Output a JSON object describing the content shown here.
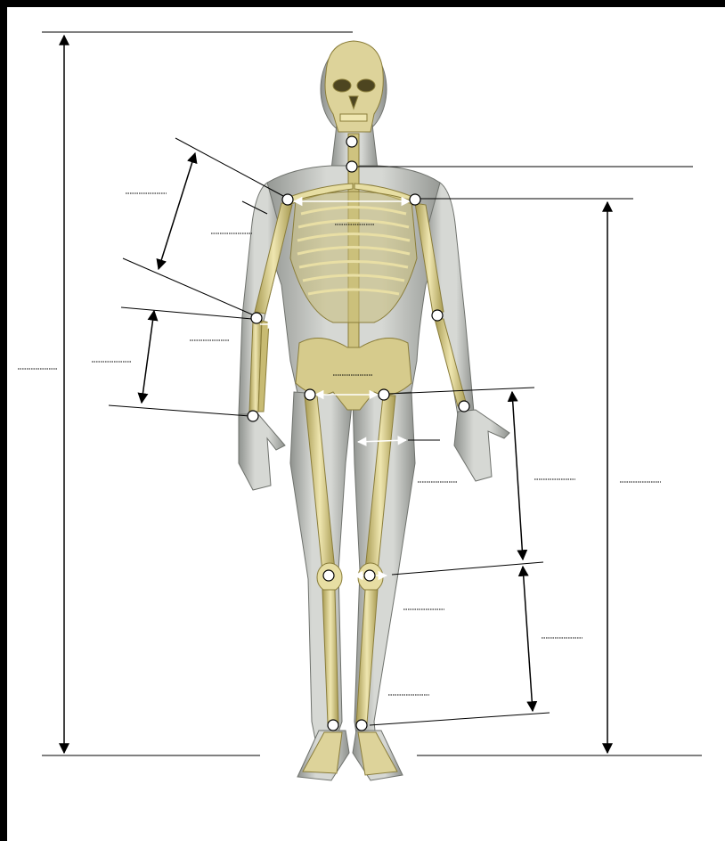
{
  "figure": {
    "subject": "full-body-skeleton-anterior-view",
    "annotation_style": "fill-in-the-blank dotted label lines",
    "colors": {
      "bone": "#d9cf93",
      "bone_shadow": "#a79a52",
      "skin": "#b9bcb8",
      "skin_light": "#dcdedb",
      "line": "#000000",
      "joint_marker_fill": "#ffffff"
    },
    "joint_markers": [
      "chin",
      "suprasternal-notch",
      "right-shoulder",
      "left-shoulder",
      "right-elbow",
      "left-elbow",
      "right-wrist",
      "left-wrist",
      "right-hip",
      "left-hip",
      "right-knee",
      "left-knee",
      "right-ankle",
      "left-ankle"
    ],
    "measurement_arrows": [
      "total-height",
      "upper-arm-length",
      "forearm-length",
      "shoulder-width",
      "hip-width",
      "thigh-width",
      "thigh-length",
      "shank-length",
      "shoulder-height"
    ]
  }
}
